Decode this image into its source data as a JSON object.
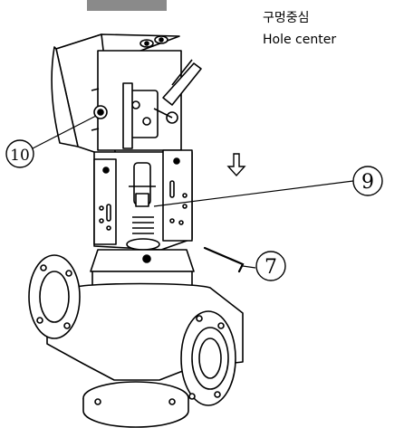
{
  "note": {
    "line1": "구멍중심",
    "line2": "Hole center"
  },
  "callouts": [
    {
      "id": "10",
      "label": "10"
    },
    {
      "id": "9",
      "label": "9"
    },
    {
      "id": "7",
      "label": "7"
    }
  ],
  "colors": {
    "ink": "#000000",
    "tab": "#8a8a8a",
    "paper": "#ffffff"
  }
}
